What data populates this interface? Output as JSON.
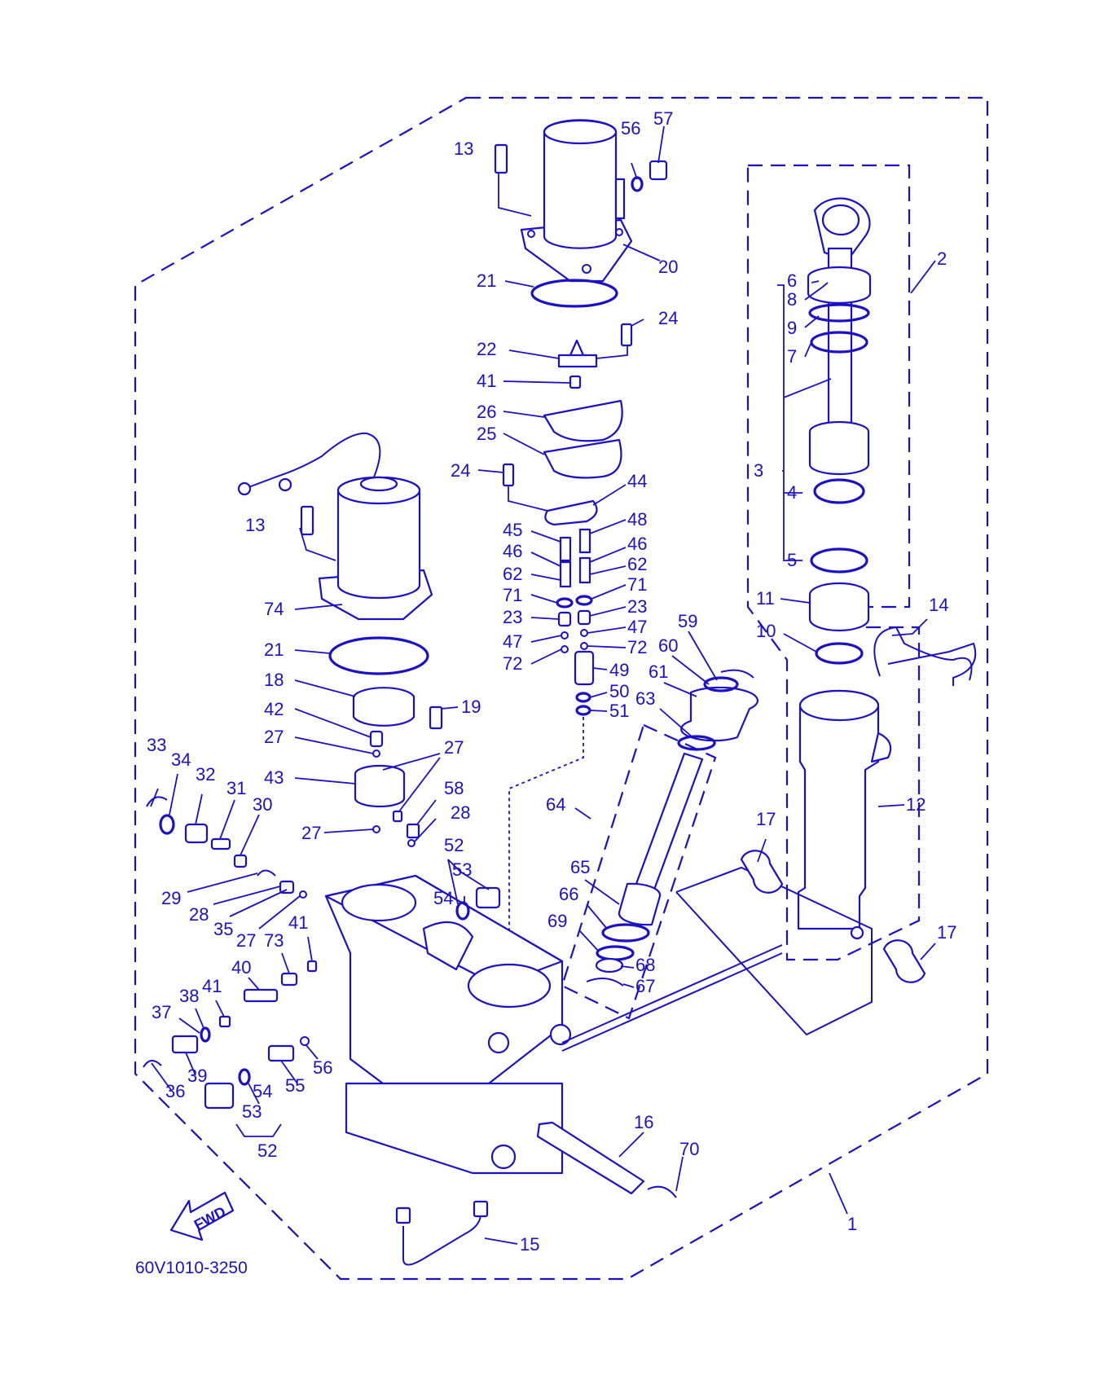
{
  "diagram": {
    "drawing_code": "60V1010-3250",
    "direction_label": "FWD",
    "accent_color": "#1a10c8",
    "background_color": "#ffffff",
    "callouts": [
      {
        "id": "c1",
        "text": "1"
      },
      {
        "id": "c2",
        "text": "2"
      },
      {
        "id": "c3",
        "text": "3"
      },
      {
        "id": "c4",
        "text": "4"
      },
      {
        "id": "c5",
        "text": "5"
      },
      {
        "id": "c6",
        "text": "6"
      },
      {
        "id": "c7",
        "text": "7"
      },
      {
        "id": "c8",
        "text": "8"
      },
      {
        "id": "c9",
        "text": "9"
      },
      {
        "id": "c10",
        "text": "10"
      },
      {
        "id": "c11",
        "text": "11"
      },
      {
        "id": "c12",
        "text": "12"
      },
      {
        "id": "c13a",
        "text": "13"
      },
      {
        "id": "c13b",
        "text": "13"
      },
      {
        "id": "c14",
        "text": "14"
      },
      {
        "id": "c15",
        "text": "15"
      },
      {
        "id": "c16",
        "text": "16"
      },
      {
        "id": "c17a",
        "text": "17"
      },
      {
        "id": "c17b",
        "text": "17"
      },
      {
        "id": "c18",
        "text": "18"
      },
      {
        "id": "c19",
        "text": "19"
      },
      {
        "id": "c20",
        "text": "20"
      },
      {
        "id": "c21a",
        "text": "21"
      },
      {
        "id": "c21b",
        "text": "21"
      },
      {
        "id": "c22",
        "text": "22"
      },
      {
        "id": "c23a",
        "text": "23"
      },
      {
        "id": "c23b",
        "text": "23"
      },
      {
        "id": "c24a",
        "text": "24"
      },
      {
        "id": "c24b",
        "text": "24"
      },
      {
        "id": "c25",
        "text": "25"
      },
      {
        "id": "c26",
        "text": "26"
      },
      {
        "id": "c27a",
        "text": "27"
      },
      {
        "id": "c27b",
        "text": "27"
      },
      {
        "id": "c27c",
        "text": "27"
      },
      {
        "id": "c27d",
        "text": "27"
      },
      {
        "id": "c28a",
        "text": "28"
      },
      {
        "id": "c28b",
        "text": "28"
      },
      {
        "id": "c29",
        "text": "29"
      },
      {
        "id": "c30",
        "text": "30"
      },
      {
        "id": "c31",
        "text": "31"
      },
      {
        "id": "c32",
        "text": "32"
      },
      {
        "id": "c33",
        "text": "33"
      },
      {
        "id": "c34",
        "text": "34"
      },
      {
        "id": "c35",
        "text": "35"
      },
      {
        "id": "c36",
        "text": "36"
      },
      {
        "id": "c37",
        "text": "37"
      },
      {
        "id": "c38",
        "text": "38"
      },
      {
        "id": "c39",
        "text": "39"
      },
      {
        "id": "c40",
        "text": "40"
      },
      {
        "id": "c41a",
        "text": "41"
      },
      {
        "id": "c41b",
        "text": "41"
      },
      {
        "id": "c41c",
        "text": "41"
      },
      {
        "id": "c42",
        "text": "42"
      },
      {
        "id": "c43",
        "text": "43"
      },
      {
        "id": "c44",
        "text": "44"
      },
      {
        "id": "c45",
        "text": "45"
      },
      {
        "id": "c46a",
        "text": "46"
      },
      {
        "id": "c46b",
        "text": "46"
      },
      {
        "id": "c47a",
        "text": "47"
      },
      {
        "id": "c47b",
        "text": "47"
      },
      {
        "id": "c48",
        "text": "48"
      },
      {
        "id": "c49",
        "text": "49"
      },
      {
        "id": "c50",
        "text": "50"
      },
      {
        "id": "c51",
        "text": "51"
      },
      {
        "id": "c52a",
        "text": "52"
      },
      {
        "id": "c52b",
        "text": "52"
      },
      {
        "id": "c53a",
        "text": "53"
      },
      {
        "id": "c53b",
        "text": "53"
      },
      {
        "id": "c54a",
        "text": "54"
      },
      {
        "id": "c54b",
        "text": "54"
      },
      {
        "id": "c55",
        "text": "55"
      },
      {
        "id": "c56a",
        "text": "56"
      },
      {
        "id": "c56b",
        "text": "56"
      },
      {
        "id": "c57",
        "text": "57"
      },
      {
        "id": "c58",
        "text": "58"
      },
      {
        "id": "c59",
        "text": "59"
      },
      {
        "id": "c60",
        "text": "60"
      },
      {
        "id": "c61",
        "text": "61"
      },
      {
        "id": "c62a",
        "text": "62"
      },
      {
        "id": "c62b",
        "text": "62"
      },
      {
        "id": "c63",
        "text": "63"
      },
      {
        "id": "c64",
        "text": "64"
      },
      {
        "id": "c65",
        "text": "65"
      },
      {
        "id": "c66",
        "text": "66"
      },
      {
        "id": "c67",
        "text": "67"
      },
      {
        "id": "c68",
        "text": "68"
      },
      {
        "id": "c69",
        "text": "69"
      },
      {
        "id": "c70",
        "text": "70"
      },
      {
        "id": "c71a",
        "text": "71"
      },
      {
        "id": "c71b",
        "text": "71"
      },
      {
        "id": "c72a",
        "text": "72"
      },
      {
        "id": "c72b",
        "text": "72"
      },
      {
        "id": "c73",
        "text": "73"
      },
      {
        "id": "c74",
        "text": "74"
      }
    ]
  }
}
